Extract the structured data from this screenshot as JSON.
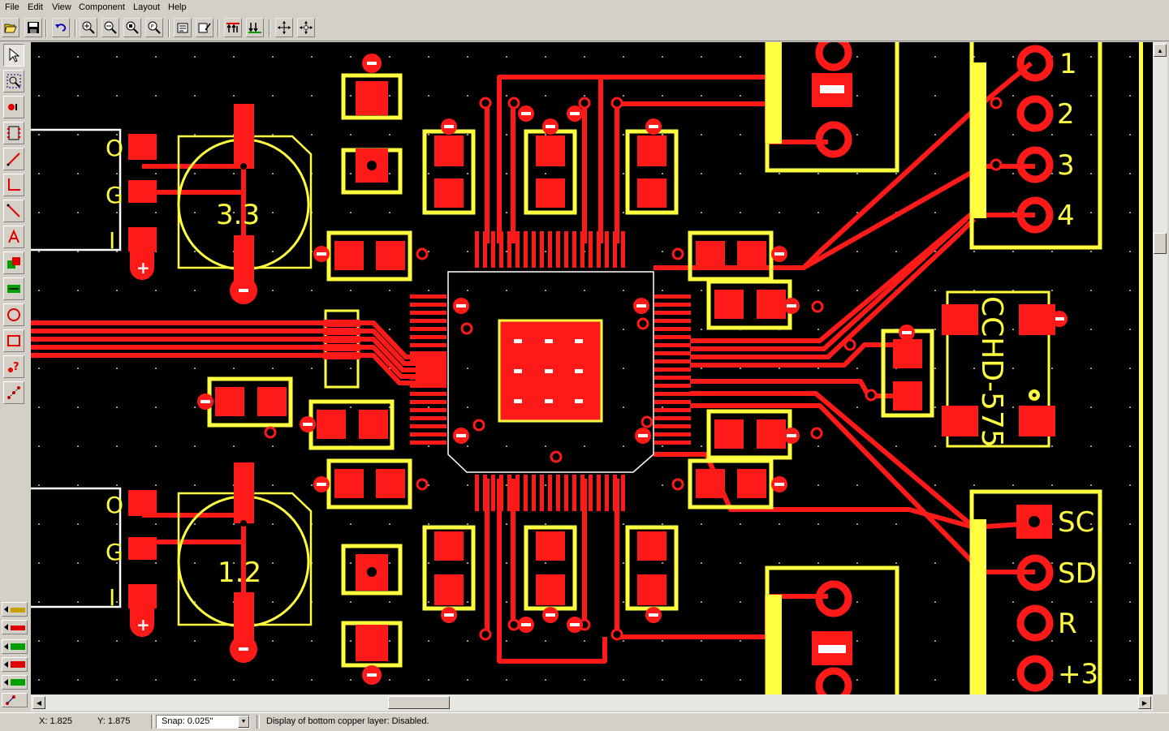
{
  "menu": [
    {
      "label": "File",
      "underline": "F"
    },
    {
      "label": "Edit",
      "underline": "E"
    },
    {
      "label": "View",
      "underline": "V"
    },
    {
      "label": "Component",
      "underline": "C"
    },
    {
      "label": "Layout",
      "underline": "L"
    },
    {
      "label": "Help",
      "underline": "H"
    }
  ],
  "toolbar_icons": [
    "open-icon",
    "save-icon",
    "undo-icon",
    "zoom-in-icon",
    "zoom-out-icon",
    "zoom-fit-icon",
    "zoom-previous-icon",
    "properties-icon",
    "board-setup-icon",
    "layer-up-icon",
    "layer-down-icon",
    "move-icon",
    "rotate-icon"
  ],
  "left_tools": [
    "select-arrow-icon",
    "zoom-area-icon",
    "add-pad-icon",
    "add-component-icon",
    "add-trace-icon",
    "add-corner-trace-icon",
    "add-diagonal-trace-icon",
    "add-text-icon",
    "add-polygon-icon",
    "add-copper-fill-icon",
    "add-circle-icon",
    "add-rectangle-icon",
    "design-rule-check-icon",
    "connectivity-icon"
  ],
  "layer_buttons": [
    "layer-1-icon",
    "layer-2-icon",
    "layer-3-icon",
    "layer-4-icon",
    "layer-5-icon",
    "ratsnest-icon"
  ],
  "colors": {
    "trace": "#ff1a1a",
    "silk": "#ffff40",
    "background": "#000000",
    "pad_dark": "#c8000a"
  },
  "board": {
    "silk_labels": {
      "reg_top": "3.3",
      "reg_bottom": "1.2",
      "pin_o": "O",
      "pin_g": "G",
      "pin_i": "I",
      "header_1": "1",
      "header_2": "2",
      "header_3": "3",
      "header_4": "4",
      "crystal": "CCHD-575",
      "sc": "SC",
      "sd": "SD",
      "r": "R",
      "p3": "+3"
    },
    "pad_minus": "-",
    "pad_plus": "+"
  },
  "status": {
    "x_label": "X: 1.825",
    "y_label": "Y: 1.875",
    "snap_value": "Snap:  0.025\"",
    "message": "Display of bottom copper layer:  Disabled."
  }
}
